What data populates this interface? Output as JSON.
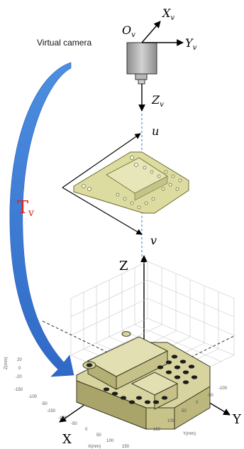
{
  "camera": {
    "label": "Virtual camera",
    "origin": "O",
    "origin_sub": "v",
    "x_axis": "X",
    "x_axis_sub": "v",
    "y_axis": "Y",
    "y_axis_sub": "v",
    "z_axis": "Z",
    "z_axis_sub": "v"
  },
  "image_plane": {
    "u_label": "u",
    "v_label": "v"
  },
  "transform": {
    "label": "T",
    "label_sub": "v",
    "color": "#e0201a",
    "arrow_color": "#3a7bd5"
  },
  "world": {
    "x_label": "X",
    "y_label": "Y",
    "z_label": "Z"
  },
  "plot3d": {
    "z_axis_label": "Z(mm)",
    "x_axis_label": "X(mm)",
    "y_axis_label": "Y(mm)",
    "z_ticks": [
      "20",
      "0",
      "-20"
    ],
    "y_ticks_left": [
      "-150",
      "-100",
      "-50"
    ],
    "x_ticks_bottom": [
      "-150",
      "-100",
      "-50",
      "0",
      "50",
      "100",
      "150"
    ],
    "y_ticks_right": [
      "-100",
      "-50",
      "0",
      "50",
      "100",
      "150"
    ]
  },
  "colors": {
    "part_fill": "#d8d4a0",
    "part_edge": "#3a3a20",
    "camera_body": "#a8a8a8"
  }
}
